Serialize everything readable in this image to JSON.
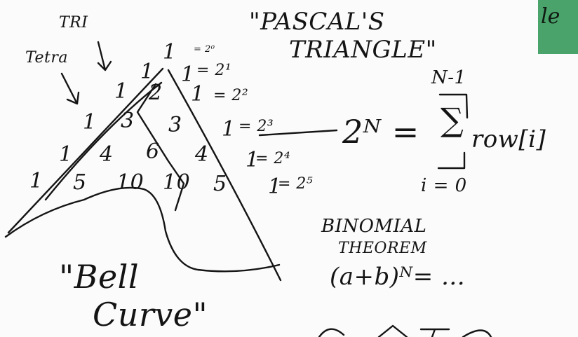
{
  "labels": {
    "tri": "TRI",
    "tetra": "Tetra",
    "title_line1": "\"PASCAL'S",
    "title_line2": "TRIANGLE\"",
    "binomial_line1": "BINOMIAL",
    "binomial_line2": "THEOREM",
    "binomial_formula": "(a+b)ᴺ= ...",
    "bell_line1": "\"Bell",
    "bell_line2": "Curve\""
  },
  "triangle": {
    "row0": [
      "1"
    ],
    "row1": [
      "1",
      "1"
    ],
    "row2": [
      "1",
      "2",
      "1"
    ],
    "row3": [
      "1",
      "3",
      "3",
      "1"
    ],
    "row4": [
      "1",
      "4",
      "6",
      "4",
      "1"
    ],
    "row5": [
      "1",
      "5",
      "10",
      "10",
      "5",
      "1"
    ]
  },
  "row_sums": [
    "= 2⁰",
    "= 2¹",
    "= 2²",
    "= 2³",
    "= 2⁴",
    "= 2⁵"
  ],
  "summation": {
    "lhs": "2ᴺ =",
    "upper_limit": "N-1",
    "body": "row[i]",
    "lower_limit": "i = 0",
    "symbol": "∑"
  },
  "corner_badge": {
    "text": "le",
    "color": "#4aa36a"
  },
  "ink_color": "#141414"
}
